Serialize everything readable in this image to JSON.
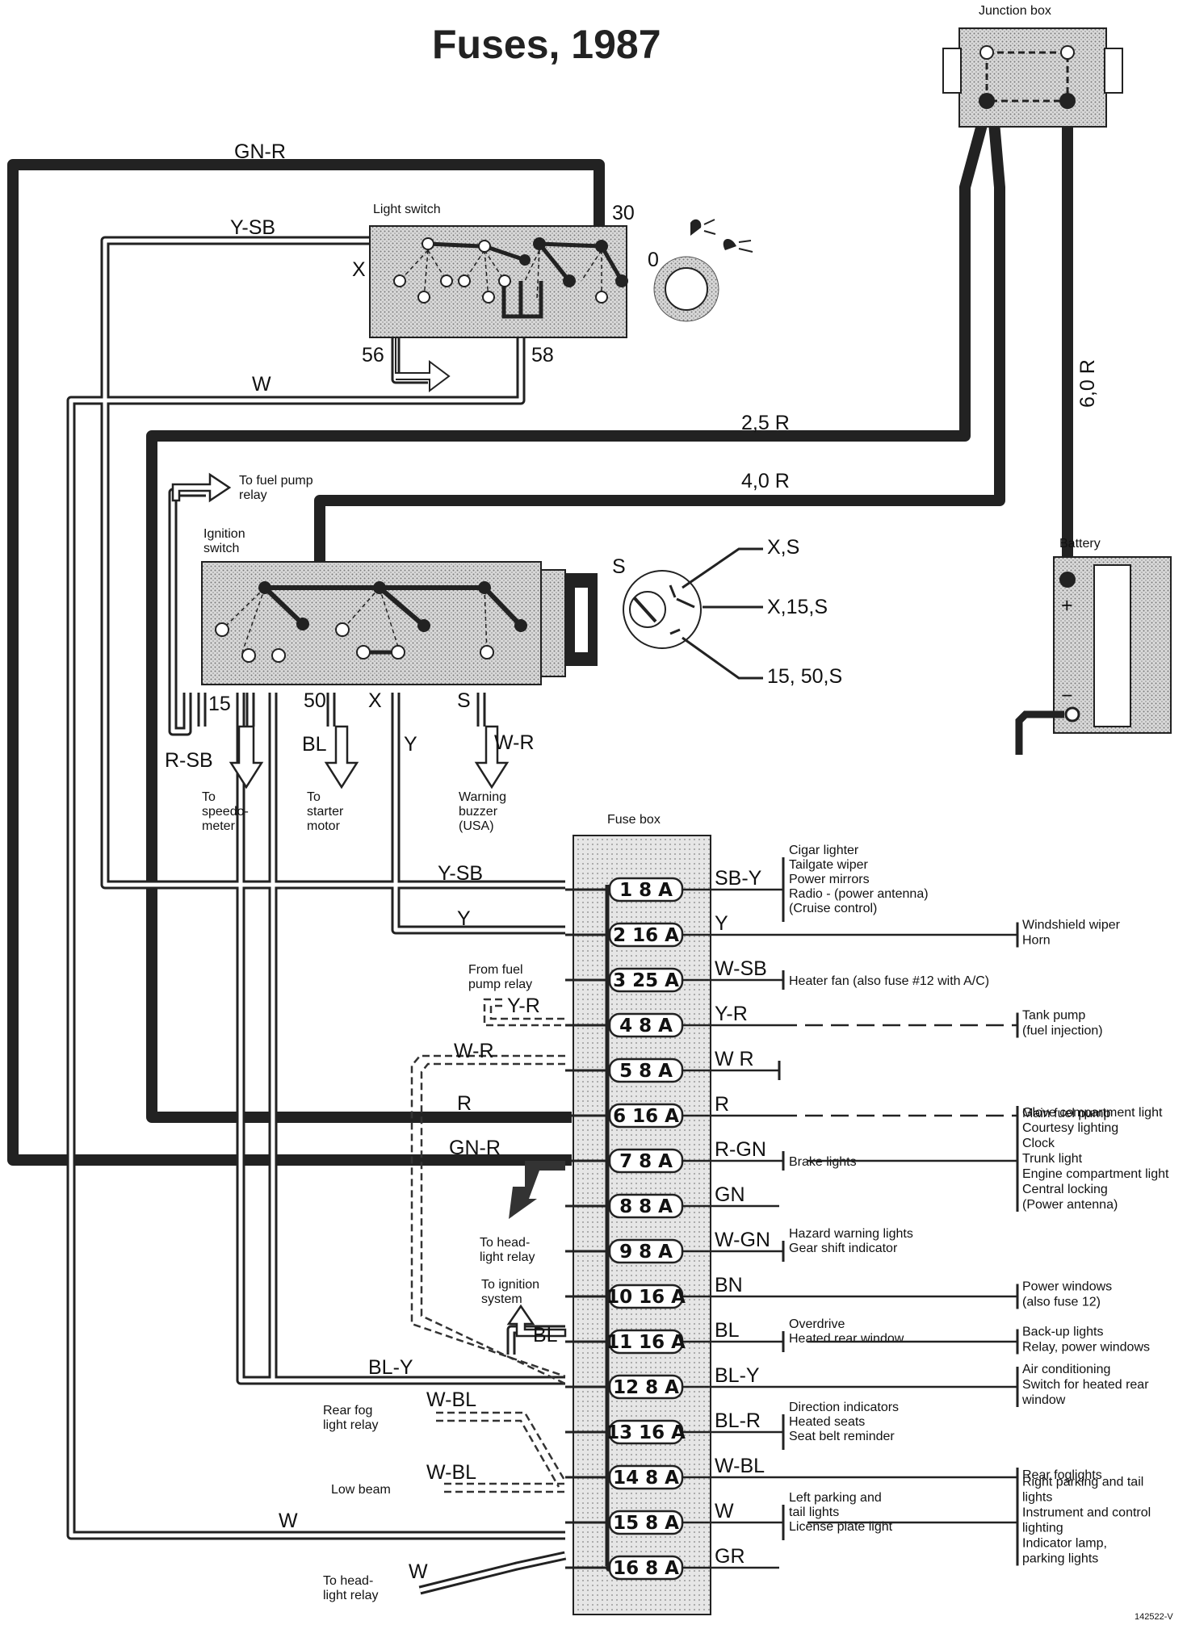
{
  "title": "Fuses, 1987",
  "figure_code": "142522-V",
  "components": {
    "junction_box": "Junction box",
    "light_switch": "Light switch",
    "ignition_switch": [
      "Ignition",
      "switch"
    ],
    "battery": "Battery",
    "fuse_box": "Fuse box"
  },
  "light_switch_terminals": {
    "t30": "30",
    "tx": "X",
    "t56": "56",
    "t58": "58",
    "knob_zero": "0"
  },
  "ignition_terminals": {
    "t15": "15",
    "t50": "50",
    "tx": "X",
    "ts": "S",
    "knob_s": "S"
  },
  "ignition_positions": [
    "X,S",
    "X,15,S",
    "15, 50,S"
  ],
  "battery_signs": {
    "plus": "+",
    "minus": "−"
  },
  "wire_labels": {
    "gn_r_top": "GN-R",
    "y_sb_top": "Y-SB",
    "w_top": "W",
    "r25": "2,5 R",
    "r40": "4,0 R",
    "r60": "6,0 R",
    "r_sb": "R-SB",
    "bl_starter": "BL",
    "y_x": "Y",
    "w_r_s": "W-R",
    "y_sb_fuse": "Y-SB",
    "y_fuse": "Y",
    "y_r_fuse": "Y-R",
    "w_r_fuse": "W-R",
    "r_fuse": "R",
    "gn_r_fuse": "GN-R",
    "bl_fuse": "BL",
    "bl_y_fuse": "BL-Y",
    "w_bl_fog": "W-BL",
    "w_bl_low": "W-BL",
    "w_fuse": "W",
    "w_headlight": "W"
  },
  "arrow_labels": {
    "fuel_pump_relay": [
      "To fuel pump",
      "relay"
    ],
    "speedometer": [
      "To",
      "speedo-",
      "meter"
    ],
    "starter": [
      "To",
      "starter",
      "motor"
    ],
    "buzzer": [
      "Warning",
      "buzzer",
      "(USA)"
    ],
    "from_fuel_pump": [
      "From fuel",
      "pump relay"
    ],
    "headlight_relay": [
      "To head-",
      "light relay"
    ],
    "ignition_system": [
      "To ignition",
      "system"
    ],
    "rear_fog_relay": [
      "Rear fog",
      "light relay"
    ],
    "low_beam": "Low beam",
    "headlight_relay_bottom": [
      "To head-",
      "light relay"
    ]
  },
  "fuses": [
    {
      "label": "1 8 A",
      "out": "SB-Y",
      "near": [
        "Cigar lighter",
        "Tailgate wiper",
        "Power mirrors",
        "Radio - (power antenna)",
        "(Cruise control)"
      ],
      "far": []
    },
    {
      "label": "2 16 A",
      "out": "Y",
      "near": [],
      "far": [
        "Windshield wiper",
        "Horn"
      ]
    },
    {
      "label": "3 25 A",
      "out": "W-SB",
      "near": [
        "Heater fan (also fuse #12 with A/C)"
      ],
      "far": []
    },
    {
      "label": "4 8 A",
      "out": "Y-R",
      "near": [],
      "far": [
        "Tank pump",
        "(fuel injection)"
      ]
    },
    {
      "label": "5 8 A",
      "out": "W R",
      "near": [],
      "far": []
    },
    {
      "label": "6 16 A",
      "out": "R",
      "near": [],
      "far": [
        "Main fuel pump"
      ]
    },
    {
      "label": "7 8 A",
      "out": "R-GN",
      "near": [
        "Brake lights"
      ],
      "far": [
        "Glove compartment light",
        "Courtesy lighting",
        "Clock",
        "Trunk light",
        "Engine compartment light",
        "Central locking",
        "(Power antenna)"
      ]
    },
    {
      "label": "8 8 A",
      "out": "GN",
      "near": [],
      "far": []
    },
    {
      "label": "9 8 A",
      "out": "W-GN",
      "near": [
        "Hazard warning lights",
        "Gear shift indicator"
      ],
      "far": []
    },
    {
      "label": "10 16 A",
      "out": "BN",
      "near": [],
      "far": [
        "Power windows",
        "(also fuse 12)"
      ]
    },
    {
      "label": "11 16 A",
      "out": "BL",
      "near": [
        "Overdrive",
        "Heated rear window"
      ],
      "far": [
        "Back-up lights",
        "Relay, power windows"
      ]
    },
    {
      "label": "12 8 A",
      "out": "BL-Y",
      "near": [],
      "far": [
        "Air conditioning",
        "Switch for heated rear",
        "window"
      ]
    },
    {
      "label": "13 16 A",
      "out": "BL-R",
      "near": [
        "Direction indicators",
        "Heated seats",
        "Seat belt reminder"
      ],
      "far": []
    },
    {
      "label": "14 8 A",
      "out": "W-BL",
      "near": [],
      "far": [
        "Rear foglights"
      ]
    },
    {
      "label": "15 8 A",
      "out": "W",
      "near": [
        "Left parking and",
        "tail lights",
        "License plate light"
      ],
      "far": [
        "Right parking and tail",
        "lights",
        "Instrument and control",
        "lighting",
        "Indicator lamp,",
        "parking lights"
      ]
    },
    {
      "label": "16 8 A",
      "out": "GR",
      "near": [],
      "far": []
    }
  ]
}
